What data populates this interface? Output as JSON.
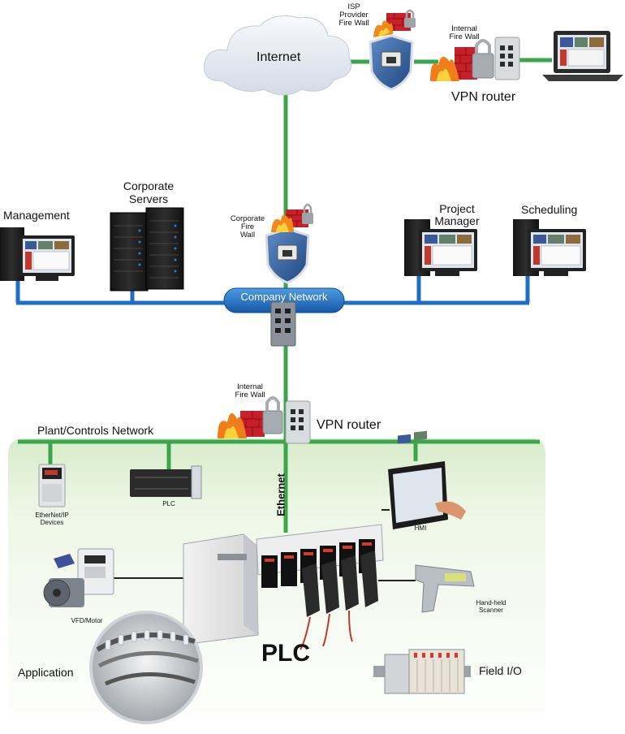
{
  "internet": {
    "label": "Internet"
  },
  "isp_firewall": {
    "label_lines": [
      "ISP",
      "Provider",
      "Fire Wall"
    ]
  },
  "top_internal_firewall": {
    "label_lines": [
      "Internal",
      "Fire Wall"
    ]
  },
  "top_vpn_router": {
    "label": "VPN router"
  },
  "management": {
    "label": "Management"
  },
  "corporate_servers": {
    "label_lines": [
      "Corporate",
      "Servers"
    ]
  },
  "corporate_firewall": {
    "label_lines": [
      "Corporate",
      "Fire",
      "Wall"
    ]
  },
  "project_manager": {
    "label_lines": [
      "Project",
      "Manager"
    ]
  },
  "scheduling": {
    "label": "Scheduling"
  },
  "company_network": {
    "label": "Company Network"
  },
  "plant_internal_firewall": {
    "label_lines": [
      "Internal",
      "Fire Wall"
    ]
  },
  "plant_vpn_router": {
    "label": "VPN router"
  },
  "plant_network": {
    "label": "Plant/Controls Network"
  },
  "ethernet": {
    "label": "Ethernet"
  },
  "devices": {
    "ethernet_ip_lines": [
      "EtherNet/IP",
      "Devices"
    ],
    "plc_small": "PLC",
    "hmi": "HMI",
    "vfd_motor": "VFD/Motor",
    "scanner_lines": [
      "Hand-held",
      "Scanner"
    ],
    "application": "Application",
    "plc_main": "PLC",
    "field_io": "Field I/O"
  },
  "colors": {
    "green_link": "#3aa64a",
    "blue_link": "#1e6fc4",
    "plant_panel": "#e6f2dd",
    "firewall_red": "#c8202a",
    "shield_blue": "#2f5d9a"
  }
}
